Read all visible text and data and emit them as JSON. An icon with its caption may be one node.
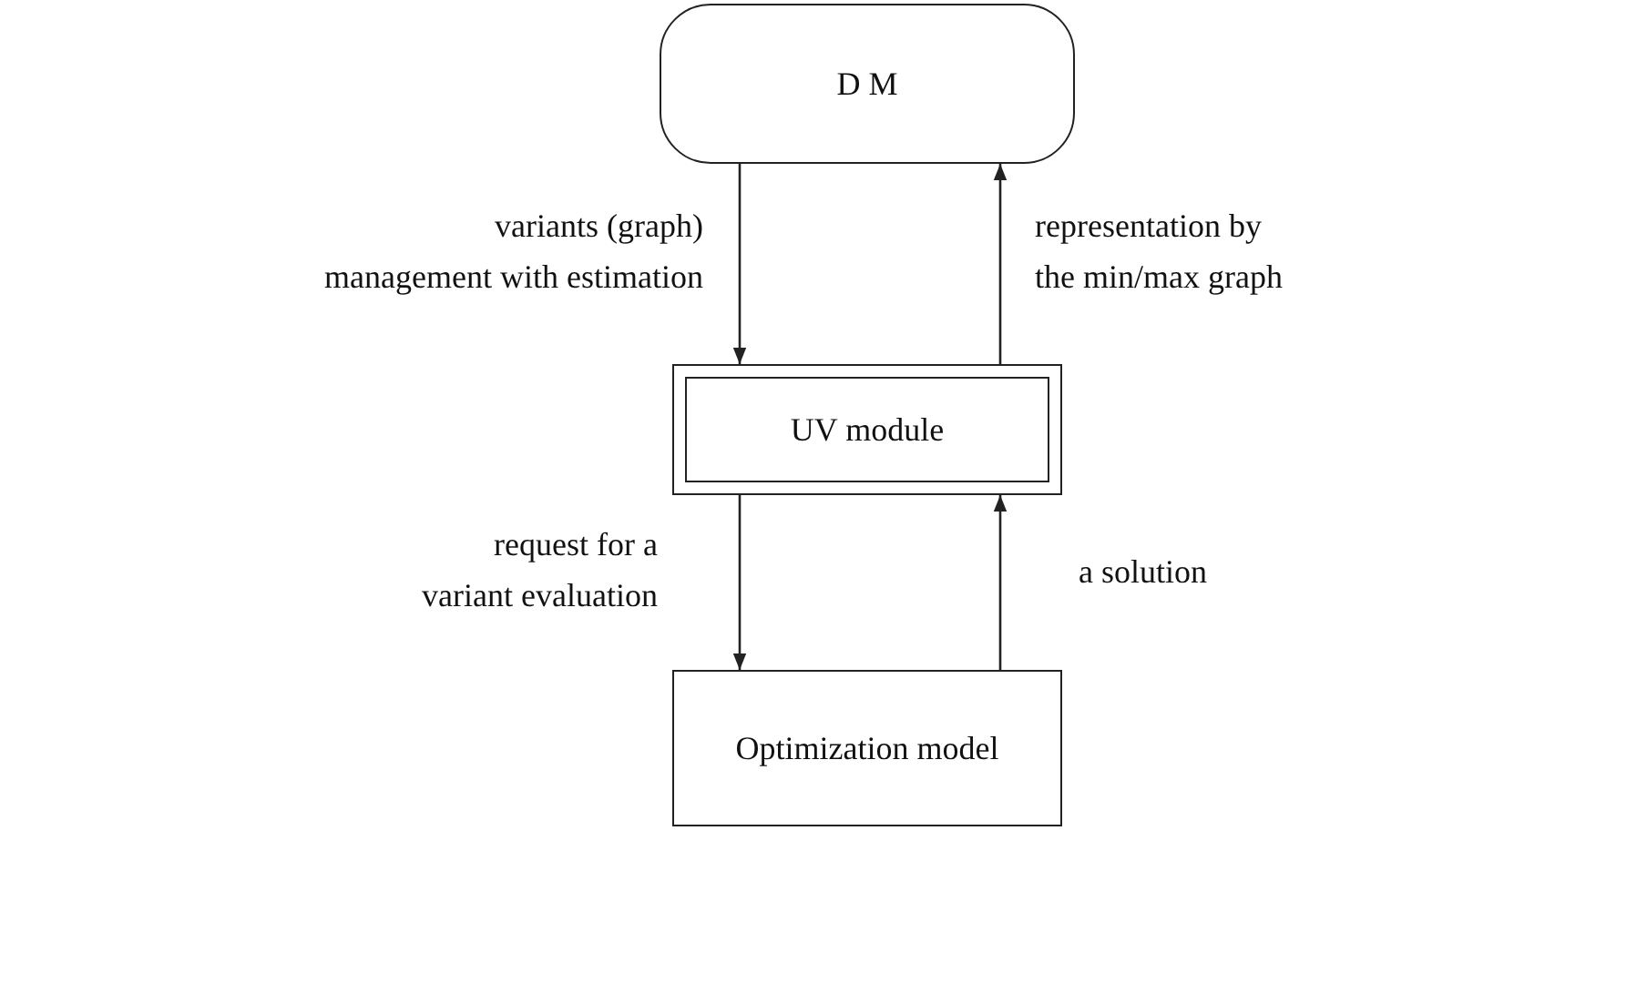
{
  "diagram": {
    "nodes": [
      {
        "text": [
          "D M"
        ]
      },
      {
        "text": [
          "UV module"
        ]
      },
      {
        "text": [
          "Optimization model"
        ]
      }
    ],
    "edges": [
      {
        "from": 0,
        "to": 1,
        "arrow": "to",
        "label": "variants (graph) management with estimation"
      },
      {
        "from": 1,
        "to": 0,
        "arrow": "to",
        "label": "representation by the min/max graph"
      },
      {
        "from": 1,
        "to": 2,
        "arrow": "to",
        "label": "request for a variant evaluation"
      },
      {
        "from": 2,
        "to": 1,
        "arrow": "to",
        "label": "a solution"
      }
    ]
  }
}
